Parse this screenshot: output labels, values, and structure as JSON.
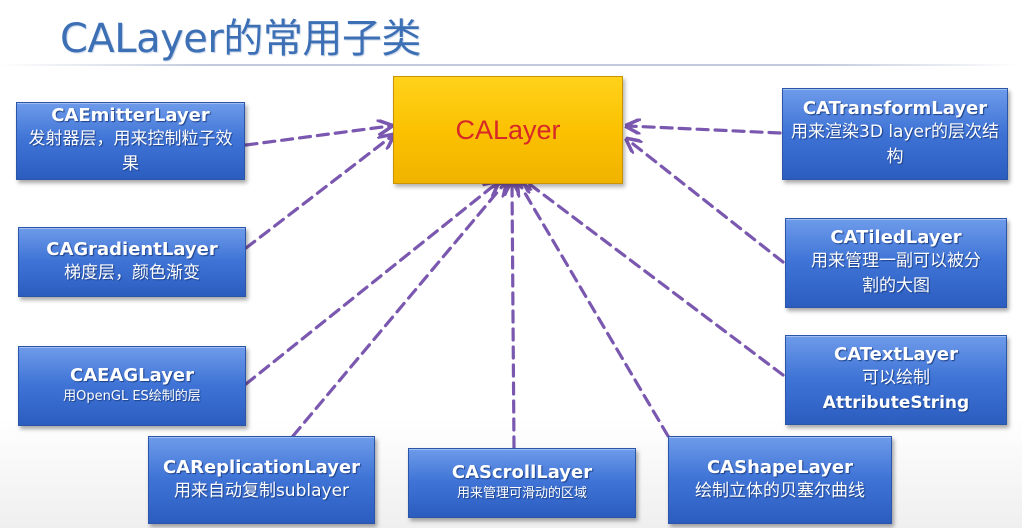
{
  "title": "CALayer的常用子类",
  "center": {
    "label": "CALayer"
  },
  "nodes": [
    {
      "id": "emitter",
      "name": "CAEmitterLayer",
      "desc": "发射器层，用来控制粒子效果"
    },
    {
      "id": "gradient",
      "name": "CAGradientLayer",
      "desc": "梯度层，颜色渐变"
    },
    {
      "id": "eagl",
      "name": "CAEAGLayer",
      "desc": "用OpenGL ES绘制的层"
    },
    {
      "id": "replication",
      "name": "CAReplicationLayer",
      "desc": "用来自动复制sublayer"
    },
    {
      "id": "scroll",
      "name": "CAScrollLayer",
      "desc": "用来管理可滑动的区域"
    },
    {
      "id": "shape",
      "name": "CAShapeLayer",
      "desc": "绘制立体的贝塞尔曲线"
    },
    {
      "id": "text",
      "name": "CATextLayer",
      "desc": "可以绘制",
      "desc2": "AttributeString"
    },
    {
      "id": "tiled",
      "name": "CATiledLayer",
      "desc": "用来管理一副可以被分割的大图"
    },
    {
      "id": "transform",
      "name": "CATransformLayer",
      "desc": "用来渲染3D layer的层次结构"
    }
  ],
  "colors": {
    "title": "#3d6fb5",
    "center_fill": "#fbc000",
    "center_text": "#d62828",
    "node_fill": "#3f74d6",
    "arrow": "#7b58b0"
  }
}
